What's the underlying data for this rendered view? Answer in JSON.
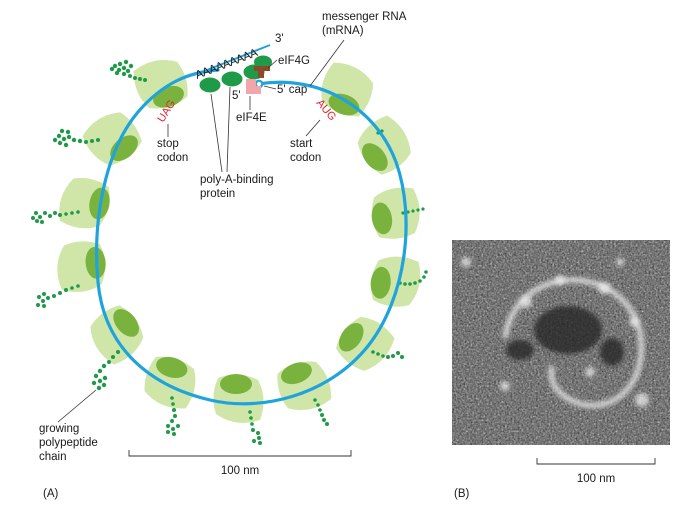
{
  "panel_a": {
    "label": "(A)",
    "mrna_label": [
      "messenger RNA",
      "(mRNA)"
    ],
    "three_prime": "3'",
    "poly_a": "AAAAAAAAA",
    "eif4g": "eIF4G",
    "five_prime": "5'",
    "five_prime_cap": "5' cap",
    "eif4e": "eIF4E",
    "stop_codon_seq": "UAG",
    "start_codon_seq": "AUG",
    "stop_codon_label": [
      "stop",
      "codon"
    ],
    "start_codon_label": [
      "start",
      "codon"
    ],
    "pabp_label": [
      "poly-A-binding",
      "protein"
    ],
    "chain_label": [
      "growing",
      "polypeptide",
      "chain"
    ],
    "scale_bar": "100 nm"
  },
  "panel_b": {
    "label": "(B)",
    "scale_bar": "100 nm"
  },
  "colors": {
    "mrna": "#1ea3dc",
    "ribosome_small": "#cfe6a8",
    "ribosome_large": "#79b33e",
    "pabp": "#1f9a48",
    "polypeptide": "#1f9a48",
    "eif4e": "#f0a6ab",
    "eif4g": "#8b4a2b",
    "codon_text": "#e0262b"
  }
}
